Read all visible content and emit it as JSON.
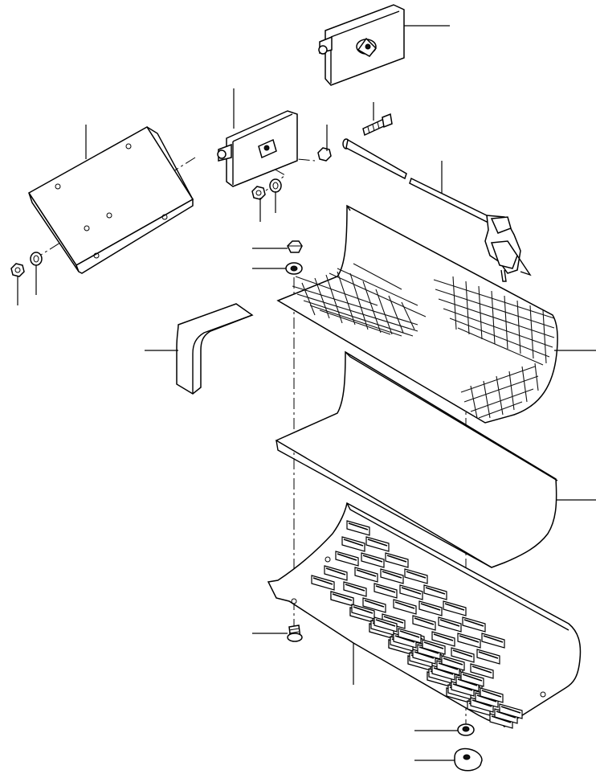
{
  "diagram": {
    "type": "exploded-parts-view",
    "colors": {
      "line": "#000000",
      "background": "#ffffff"
    },
    "parts": [
      {
        "name": "top-latch-plate"
      },
      {
        "name": "middle-latch-plate"
      },
      {
        "name": "left-bracket-cover"
      },
      {
        "name": "bolt"
      },
      {
        "name": "rod-and-latch-assembly"
      },
      {
        "name": "upper-nut"
      },
      {
        "name": "upper-washer"
      },
      {
        "name": "rubber-seal-strip"
      },
      {
        "name": "wire-mesh-screen"
      },
      {
        "name": "solid-sheet-panel"
      },
      {
        "name": "perforated-grille-plate"
      },
      {
        "name": "lower-bolt"
      },
      {
        "name": "bottom-washer"
      },
      {
        "name": "bottom-nut"
      },
      {
        "name": "left-nut"
      },
      {
        "name": "left-washer"
      },
      {
        "name": "middle-nut-a"
      },
      {
        "name": "middle-nut-b"
      },
      {
        "name": "middle-small-nut"
      }
    ]
  }
}
